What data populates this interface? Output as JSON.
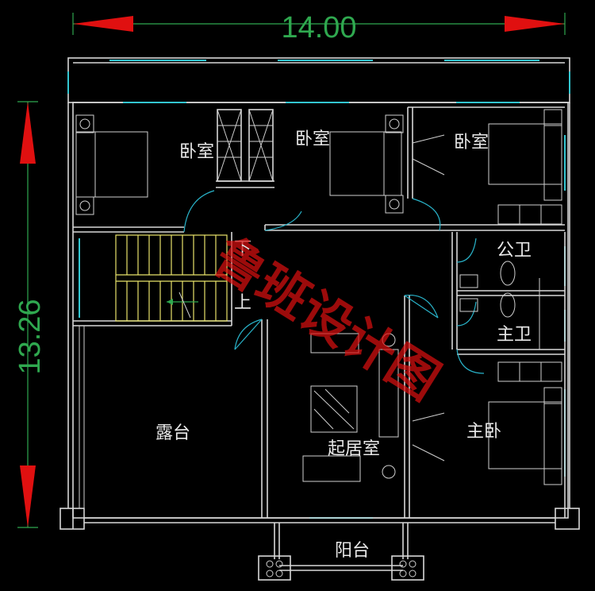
{
  "dimensions": {
    "width": "14.00",
    "height": "13.26"
  },
  "rooms": {
    "bedroom_left": "卧室",
    "bedroom_mid": "卧室",
    "bedroom_right": "卧室",
    "public_bath": "公卫",
    "master_bath": "主卫",
    "master_bedroom": "主卧",
    "living_room": "起居室",
    "terrace": "露台",
    "balcony": "阳台"
  },
  "stairs": {
    "down": "下",
    "up": "上"
  },
  "watermark": "鲁班设计图",
  "colors": {
    "background": "#000000",
    "walls": "#d8d8d8",
    "windows": "#33c6d0",
    "dimension": "#2fa84f",
    "arrows": "#e01010",
    "stairs": "#e8e36a",
    "watermark": "#d81010"
  }
}
